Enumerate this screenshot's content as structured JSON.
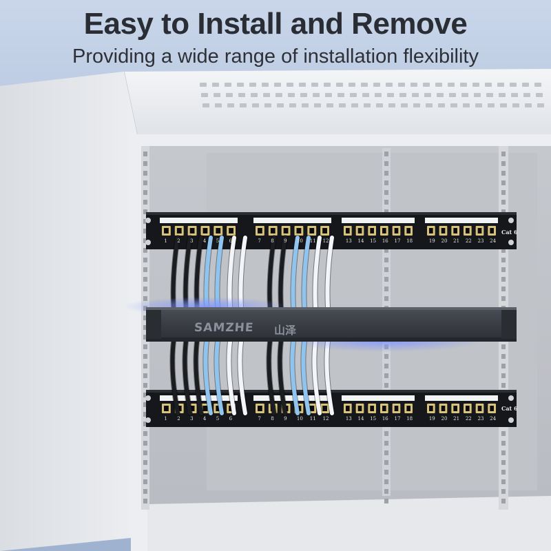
{
  "headline": "Easy to Install and Remove",
  "subline": "Providing a wide range of installation flexibility",
  "product": {
    "brand": "SAMZHE",
    "brand_cn": "山泽",
    "panel_label": "Cat 6"
  },
  "ports_top": [
    "1",
    "2",
    "3",
    "4",
    "5",
    "6",
    "7",
    "8",
    "9",
    "10",
    "11",
    "12",
    "13",
    "14",
    "15",
    "16",
    "17",
    "18",
    "19",
    "20",
    "21",
    "22",
    "23",
    "24"
  ],
  "ports_bottom": [
    "1",
    "2",
    "3",
    "4",
    "5",
    "6",
    "7",
    "8",
    "9",
    "10",
    "11",
    "12",
    "13",
    "14",
    "15",
    "16",
    "17",
    "18",
    "19",
    "20",
    "21",
    "22",
    "23",
    "24"
  ],
  "colors": {
    "cabinet": "#eef0f3",
    "panel": "#16181b",
    "manager": "#3b3f46",
    "cable_black": "#1c1d20",
    "cable_blue": "#8fc4ee",
    "cable_white": "#f3f5f8",
    "glow": "#5a7bff"
  }
}
